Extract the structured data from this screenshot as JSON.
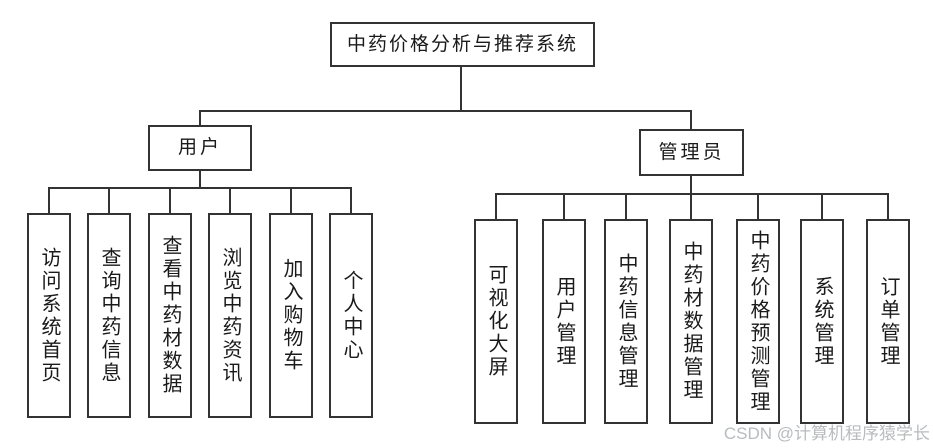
{
  "diagram": {
    "title": "中药价格分析与推荐系统",
    "root": "中药价格分析与推荐系统",
    "branches": [
      {
        "label": "用户",
        "children": [
          "访问系统首页",
          "查询中药信息",
          "查看中药材数据",
          "浏览中药资讯",
          "加入购物车",
          "个人中心"
        ]
      },
      {
        "label": "管理员",
        "children": [
          "可视化大屏",
          "用户管理",
          "中药信息管理",
          "中药材数据管理",
          "中药价格预测管理",
          "系统管理",
          "订单管理"
        ]
      }
    ]
  },
  "watermark": {
    "text": "CSDN @计算机程序猿学长"
  },
  "colors": {
    "line": "#333333",
    "background": "#ffffff",
    "watermark": "#b8bcbe"
  }
}
